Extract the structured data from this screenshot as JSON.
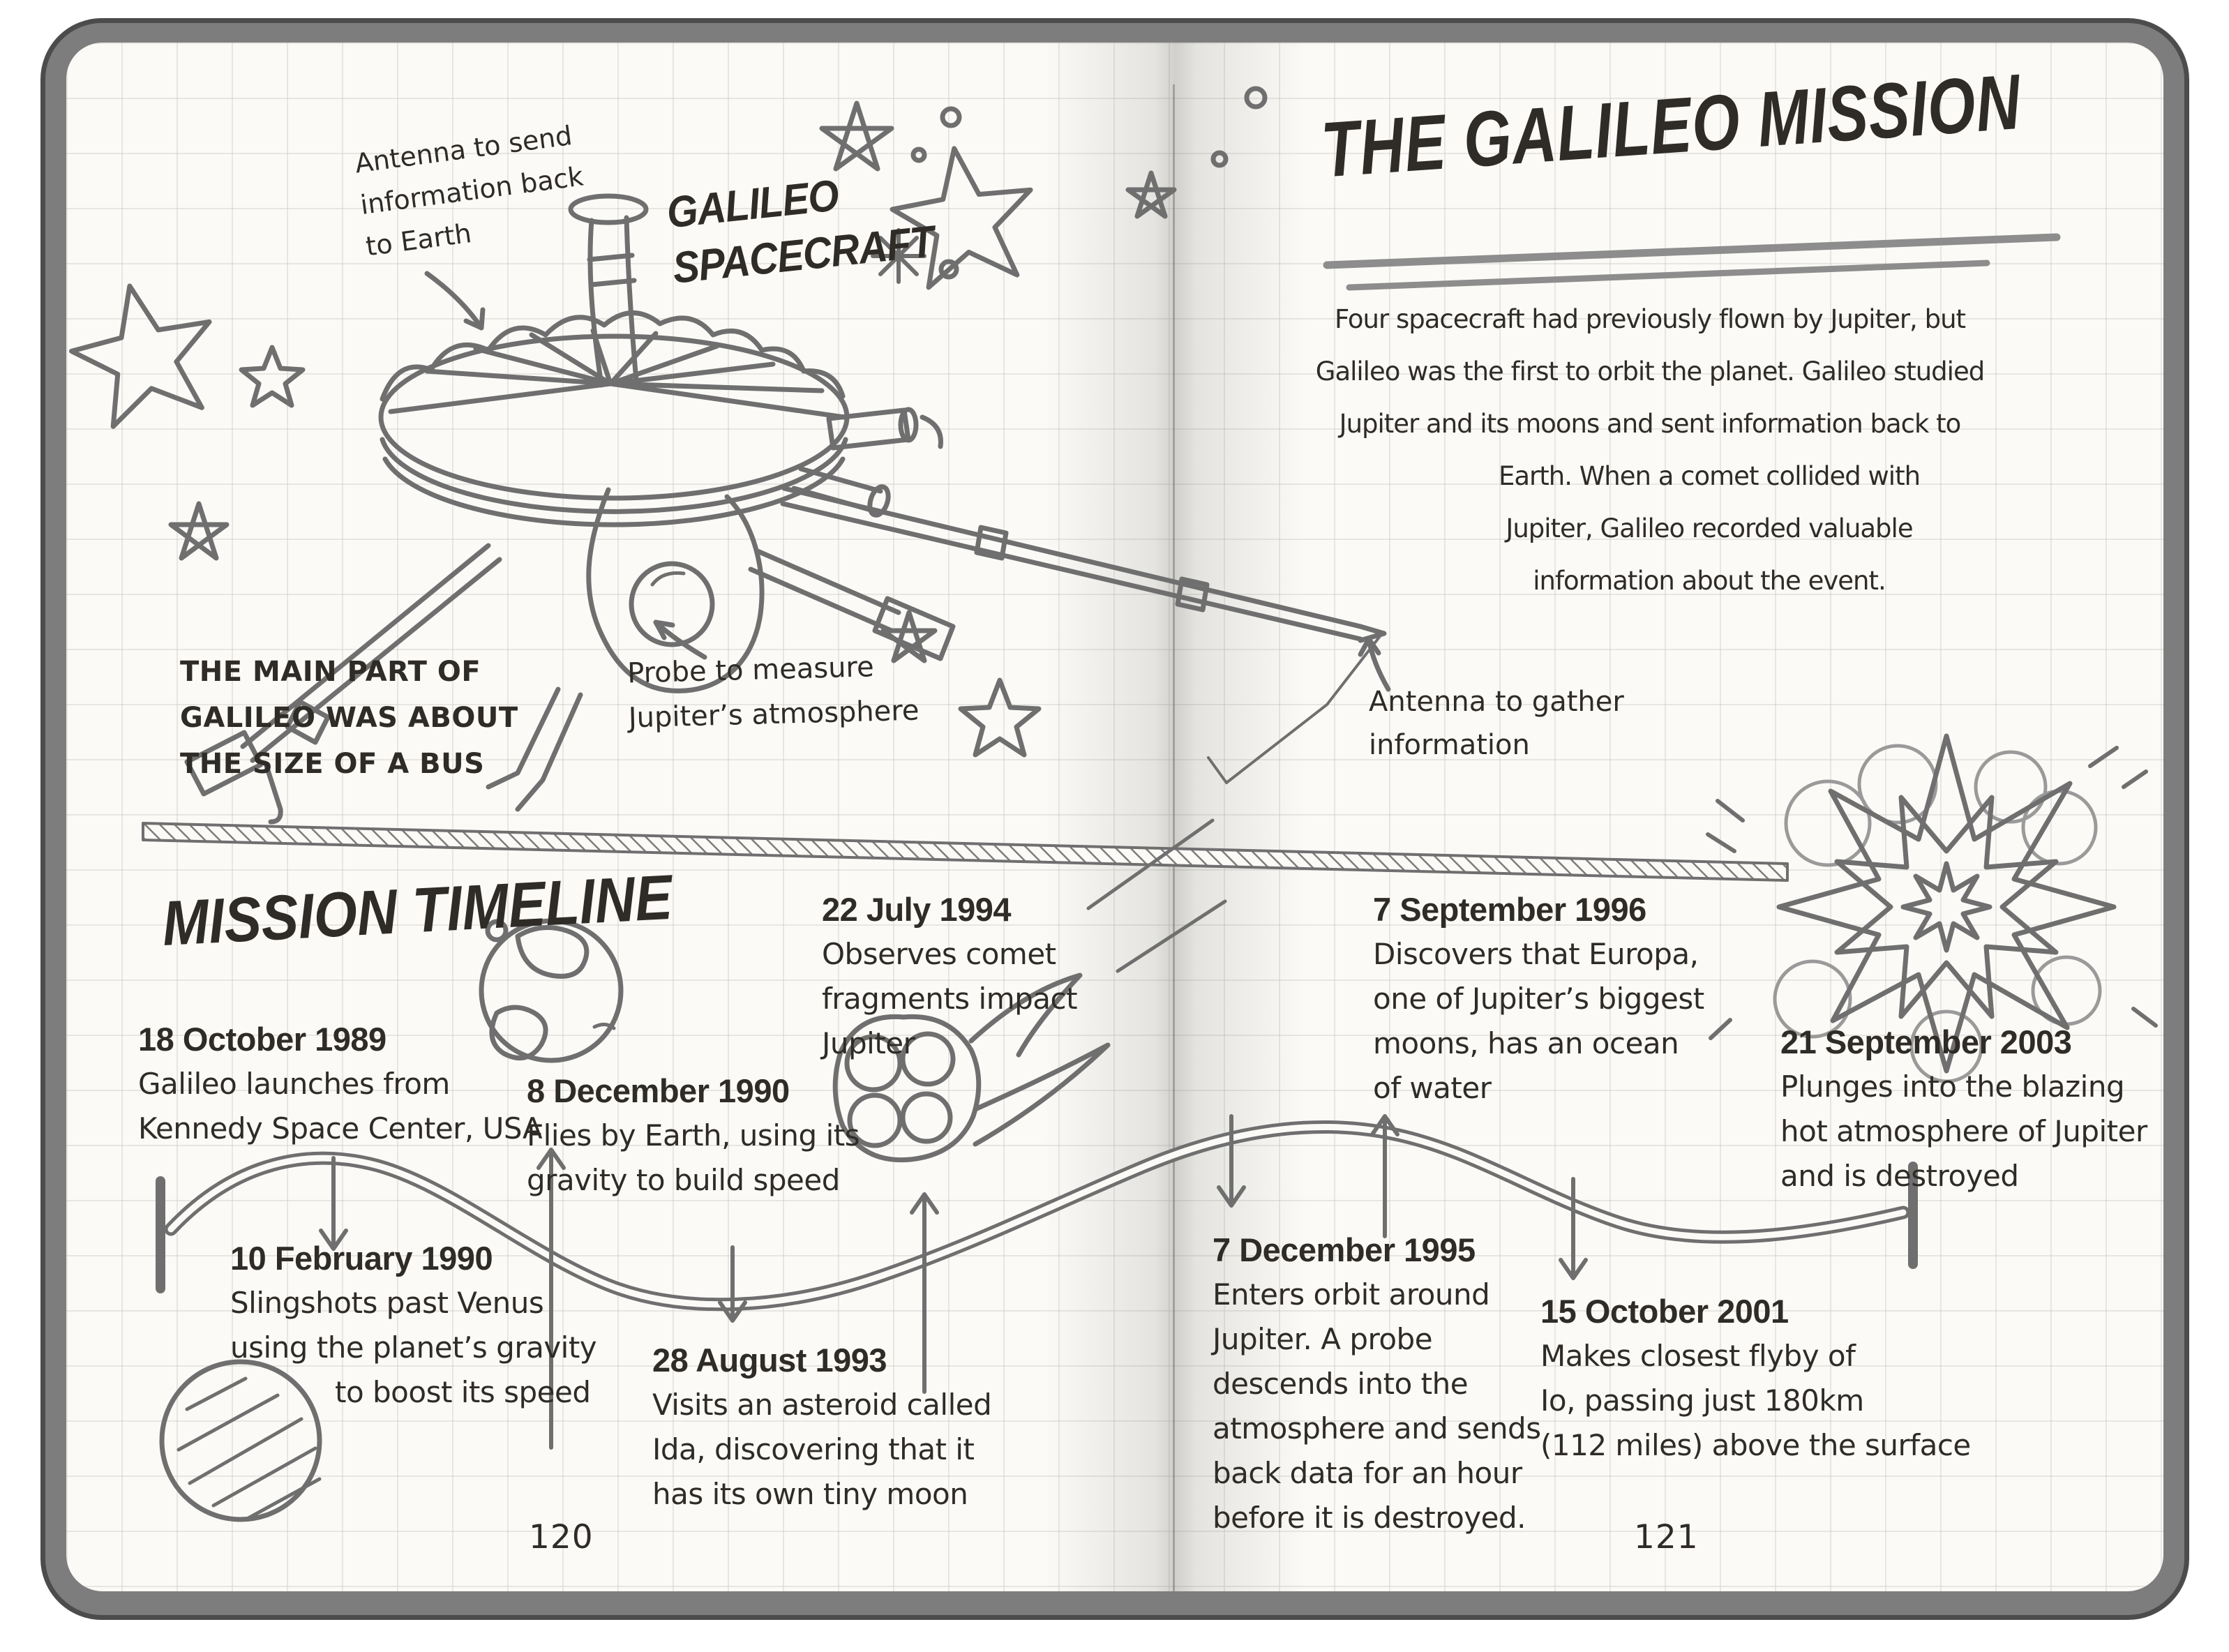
{
  "colors": {
    "ink": "#2f2b27",
    "doodle": "#6f6f6f",
    "paper": "#fbfaf7",
    "cover": "#7d7d7d"
  },
  "book": {
    "left_page": {
      "heading": {
        "lines": [
          "GALILEO",
          "SPACECRAFT"
        ]
      },
      "annotations": {
        "antenna_send": {
          "lines": [
            "Antenna to send",
            "information back",
            "to Earth"
          ]
        },
        "main_part": {
          "lines": [
            "THE MAIN PART OF",
            "GALILEO WAS ABOUT",
            "THE SIZE OF A BUS"
          ]
        },
        "probe": {
          "lines": [
            "Probe to measure",
            "Jupiter’s atmosphere"
          ]
        }
      },
      "page_number": "120"
    },
    "right_page": {
      "title": "THE GALILEO MISSION",
      "intro_lines": [
        "Four spacecraft had previously flown by Jupiter, but",
        "Galileo was the first to orbit the planet. Galileo studied",
        "Jupiter and its moons and sent information back to",
        "Earth. When a comet collided with",
        "Jupiter, Galileo recorded valuable",
        "information about the event."
      ],
      "annotations": {
        "antenna_gather": {
          "lines": [
            "Antenna to gather",
            "information"
          ]
        }
      },
      "page_number": "121"
    },
    "timeline": {
      "heading": "MISSION TIMELINE",
      "events": [
        {
          "date": "18 October 1989",
          "lines": [
            "Galileo launches from",
            "Kennedy Space Center, USA"
          ]
        },
        {
          "date": "10 February 1990",
          "lines": [
            "Slingshots past Venus",
            "using the planet’s gravity",
            "to boost its speed"
          ]
        },
        {
          "date": "8 December 1990",
          "lines": [
            "Flies by Earth, using its",
            "gravity to build speed"
          ]
        },
        {
          "date": "28 August 1993",
          "lines": [
            "Visits an asteroid called",
            "Ida, discovering that it",
            "has its own tiny moon"
          ]
        },
        {
          "date": "22 July 1994",
          "lines": [
            "Observes comet",
            "fragments impact",
            "Jupiter"
          ]
        },
        {
          "date": "7 December 1995",
          "lines": [
            "Enters orbit around",
            "Jupiter. A probe",
            "descends into the",
            "atmosphere and sends",
            "back data for an hour",
            "before it is destroyed."
          ]
        },
        {
          "date": "7 September 1996",
          "lines": [
            "Discovers that Europa,",
            "one of Jupiter’s biggest",
            "moons, has an ocean",
            "of water"
          ]
        },
        {
          "date": "15 October 2001",
          "lines": [
            "Makes closest flyby of",
            "Io, passing just 180km",
            "(112 miles) above the surface"
          ]
        },
        {
          "date": "21 September 2003",
          "lines": [
            "Plunges into the blazing",
            "hot atmosphere of Jupiter",
            "and is destroyed"
          ]
        }
      ]
    }
  }
}
